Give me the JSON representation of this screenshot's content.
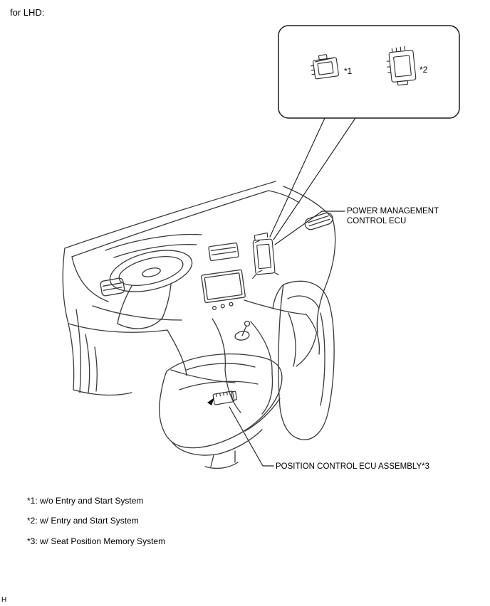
{
  "header": {
    "variant_label": "for LHD:"
  },
  "callout": {
    "part1_label": "*1",
    "part2_label": "*2"
  },
  "annotations": {
    "power_management_line1": "POWER MANAGEMENT",
    "power_management_line2": "CONTROL ECU",
    "position_control": "POSITION CONTROL ECU ASSEMBLY*3"
  },
  "footnotes": [
    "*1: w/o Entry and Start System",
    "*2: w/ Entry and Start System",
    "*3: w/ Seat Position Memory System"
  ],
  "footer": {
    "page_marker": "H"
  },
  "colors": {
    "line": "#3a3a3a",
    "text": "#000000",
    "background": "#ffffff"
  }
}
